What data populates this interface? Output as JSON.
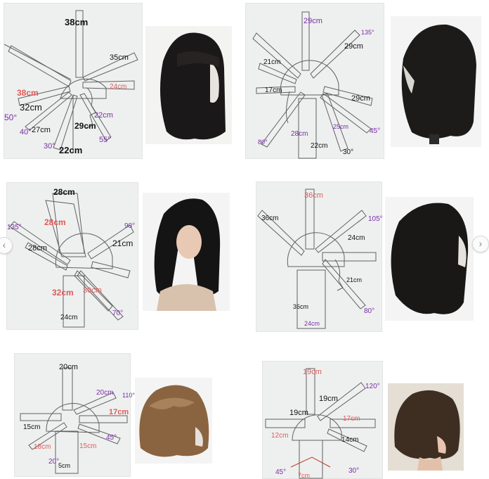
{
  "nav": {
    "prev_icon": "‹",
    "next_icon": "›"
  },
  "colors": {
    "line": "#606060",
    "label_dark": "#111111",
    "label_red": "#e05a5a",
    "label_purple": "#7a2ea6"
  },
  "diagrams": [
    {
      "labels": [
        "38cm",
        "35cm",
        "38cm",
        "32cm",
        "40°",
        "27cm",
        "29cm",
        "22cm",
        "30°",
        "55°",
        "22cm",
        "50°",
        "24cm"
      ]
    },
    {
      "labels": [
        "29cm",
        "135°",
        "29cm",
        "21cm",
        "17cm",
        "29cm",
        "80°",
        "28cm",
        "22cm",
        "25cm",
        "45°",
        "30°"
      ]
    },
    {
      "labels": [
        "28cm",
        "28cm",
        "135°",
        "90°",
        "28cm",
        "21cm",
        "32cm",
        "30cm",
        "24cm",
        "70°"
      ]
    },
    {
      "labels": [
        "36cm",
        "105°",
        "36cm",
        "24cm",
        "21cm",
        "36cm",
        "80°",
        "24cm"
      ]
    },
    {
      "labels": [
        "20cm",
        "20cm",
        "110°",
        "17cm",
        "15cm",
        "18cm",
        "15cm",
        "20°",
        "45°",
        "5cm"
      ]
    },
    {
      "labels": [
        "19cm",
        "120°",
        "19cm",
        "19cm",
        "17cm",
        "12cm",
        "14cm",
        "45°",
        "30°",
        "7cm"
      ]
    }
  ]
}
